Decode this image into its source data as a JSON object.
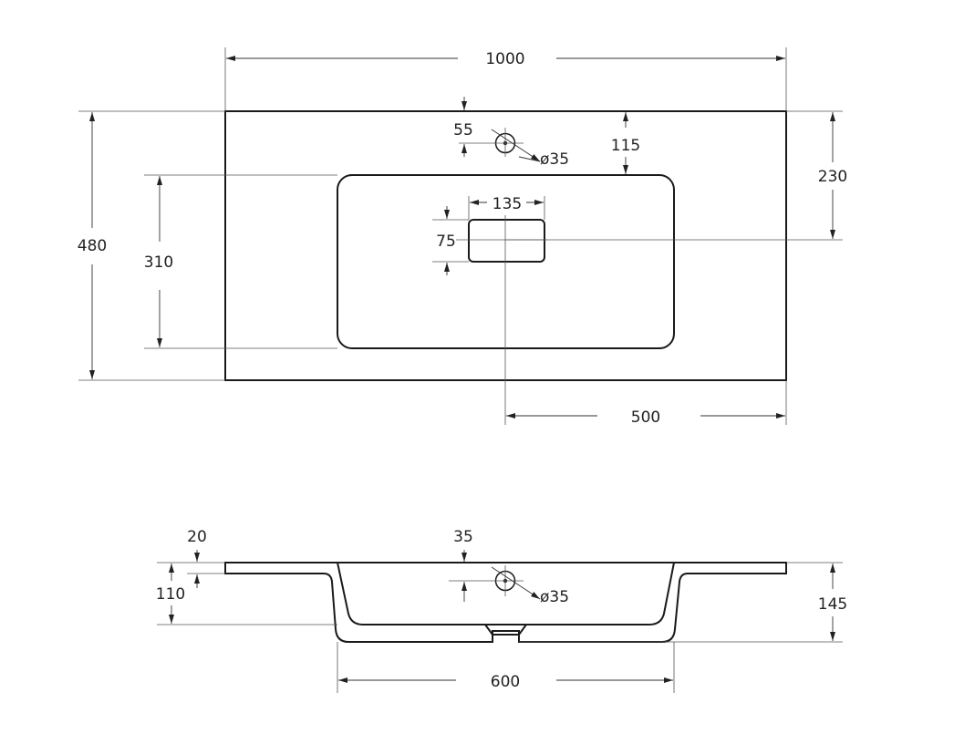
{
  "top_view": {
    "overall_width": "1000",
    "overall_depth": "480",
    "bowl_depth": "310",
    "tap_setback": "55",
    "tap_to_bowl": "115",
    "tap_hole_diameter": "ø35",
    "drain_width": "135",
    "drain_height": "75",
    "drain_from_back": "230",
    "drain_from_right": "500"
  },
  "side_view": {
    "deck_thickness": "20",
    "tap_deck_thickness": "35",
    "tap_hole_diameter": "ø35",
    "bowl_inner_depth": "110",
    "overall_height": "145",
    "bowl_width": "600"
  }
}
